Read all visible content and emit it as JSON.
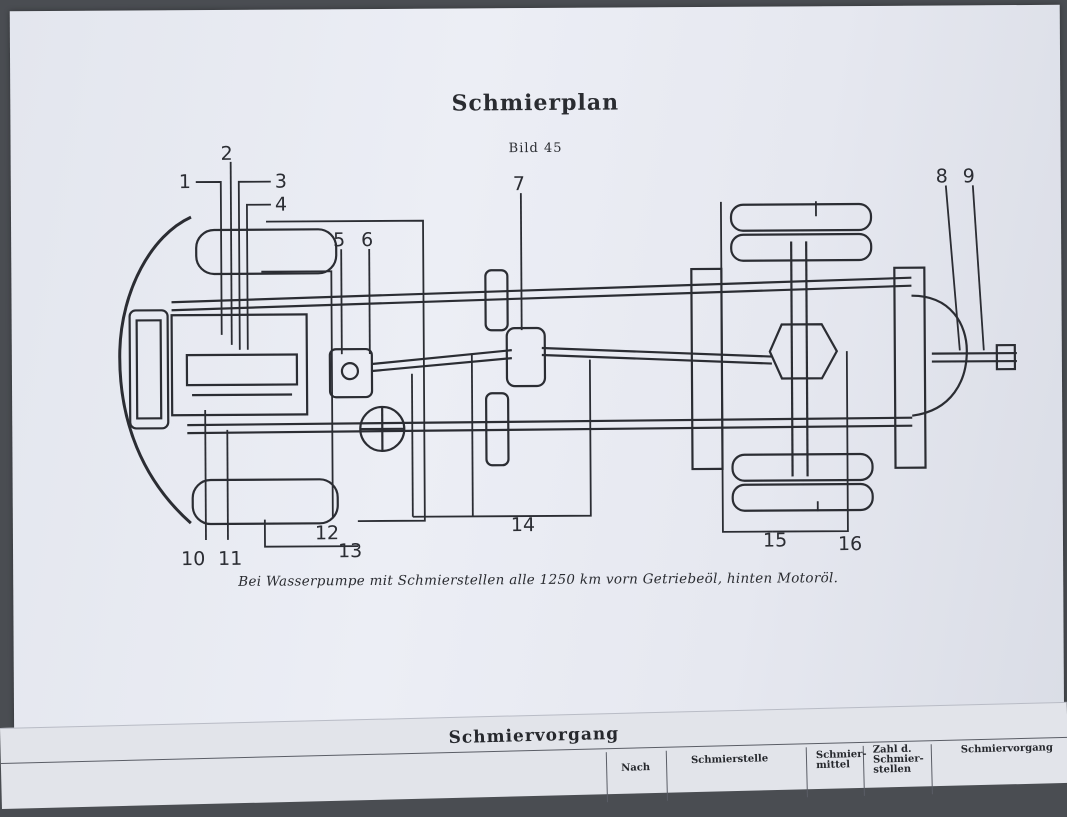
{
  "page": {
    "title": "Schmierplan",
    "figure_label": "Bild 45",
    "caption": "Bei Wasserpumpe mit Schmierstellen alle 1250 km vorn Getriebeöl, hinten Motoröl."
  },
  "callouts": [
    "1",
    "2",
    "3",
    "4",
    "5",
    "6",
    "7",
    "8",
    "9",
    "10",
    "11",
    "12",
    "13",
    "14",
    "15",
    "16"
  ],
  "table": {
    "heading": "Schmiervorgang",
    "columns": [
      "Nach",
      "Schmierstelle",
      "Schmier-mittel",
      "Zahl d. Schmier-stellen",
      "Schmiervorgang"
    ]
  },
  "colors": {
    "ink": "#2b2d33",
    "paper": "#e8eaf1"
  }
}
